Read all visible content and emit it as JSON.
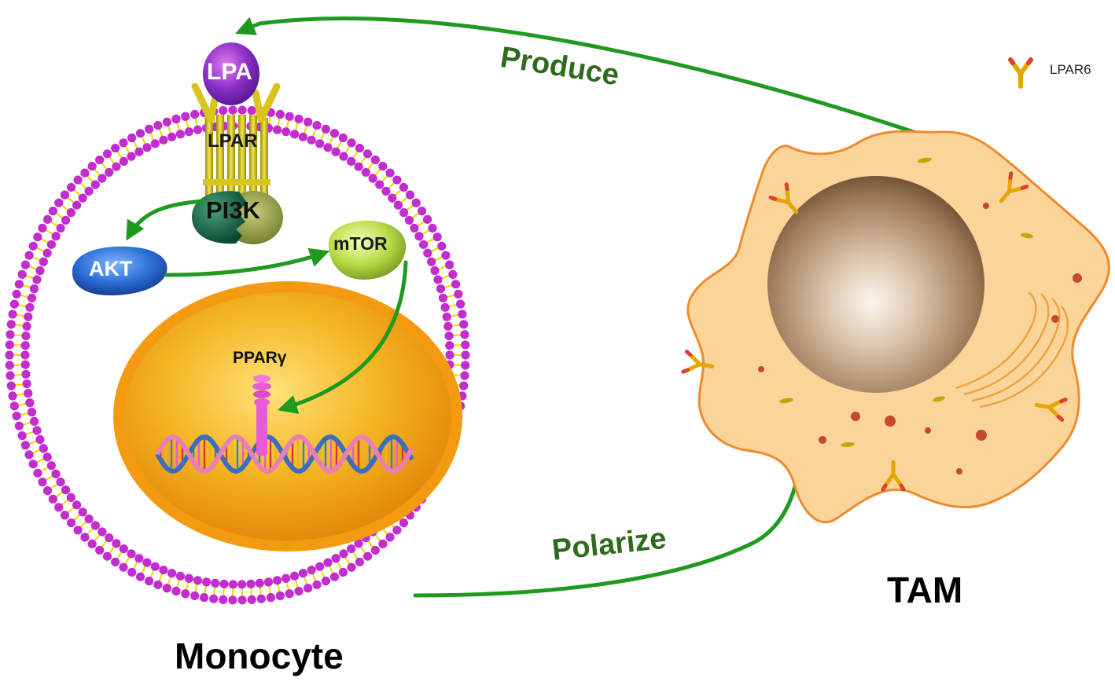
{
  "labels": {
    "lpa": "LPA",
    "lpar": "LPAR",
    "pi3k": "PI3K",
    "akt": "AKT",
    "mtor": "mTOR",
    "ppar": "PPARγ",
    "produce": "Produce",
    "polarize": "Polarize",
    "monocyte": "Monocyte",
    "tam": "TAM"
  },
  "legend": {
    "icon": "lpar6-receptor-icon",
    "label": "LPAR6"
  },
  "colors": {
    "arrow_green": "#1f9a1f",
    "label_green": "#2f6a1f",
    "membrane_bead": "#c32ccf",
    "membrane_tail": "#e8e000",
    "nucleus_orange": "#f19a12",
    "tam_cytoplasm": "#fbd49a",
    "tam_outline": "#f08a2a",
    "lpa_purple": "#7a2cc0",
    "akt_blue": "#2f74d6",
    "mtor_green": "#b8da4a",
    "ppar_pink": "#e85bd8"
  }
}
